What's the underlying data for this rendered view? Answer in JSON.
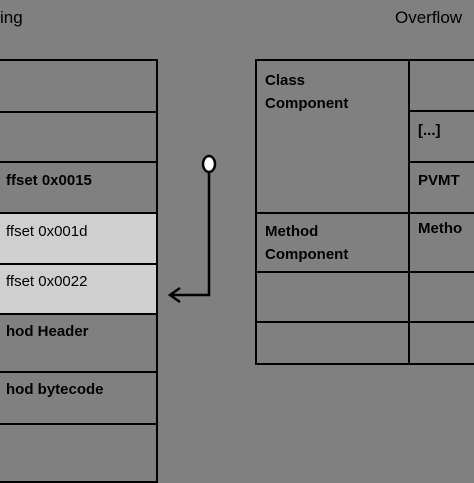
{
  "left_title": "ing",
  "right_title": "Overflow",
  "left_rows": [
    {
      "text": "",
      "highlight": false,
      "bold": true
    },
    {
      "text": "",
      "highlight": false,
      "bold": true
    },
    {
      "text": "ffset 0x0015",
      "highlight": false,
      "bold": true
    },
    {
      "text": "ffset 0x001d",
      "highlight": true,
      "bold": false
    },
    {
      "text": "ffset 0x0022",
      "highlight": true,
      "bold": false
    },
    {
      "text": "hod Header",
      "highlight": false,
      "bold": true
    },
    {
      "text": "hod bytecode",
      "highlight": false,
      "bold": true
    },
    {
      "text": "",
      "highlight": false,
      "bold": true
    }
  ],
  "right_left_column": {
    "class_component": "Class Component",
    "method_component": "Method Component"
  },
  "right_right_column": [
    "",
    "[...]",
    "PVMT",
    "Metho",
    "",
    ""
  ],
  "colors": {
    "background": "#808080",
    "highlight": "#cfcfcf",
    "line": "#000000"
  }
}
